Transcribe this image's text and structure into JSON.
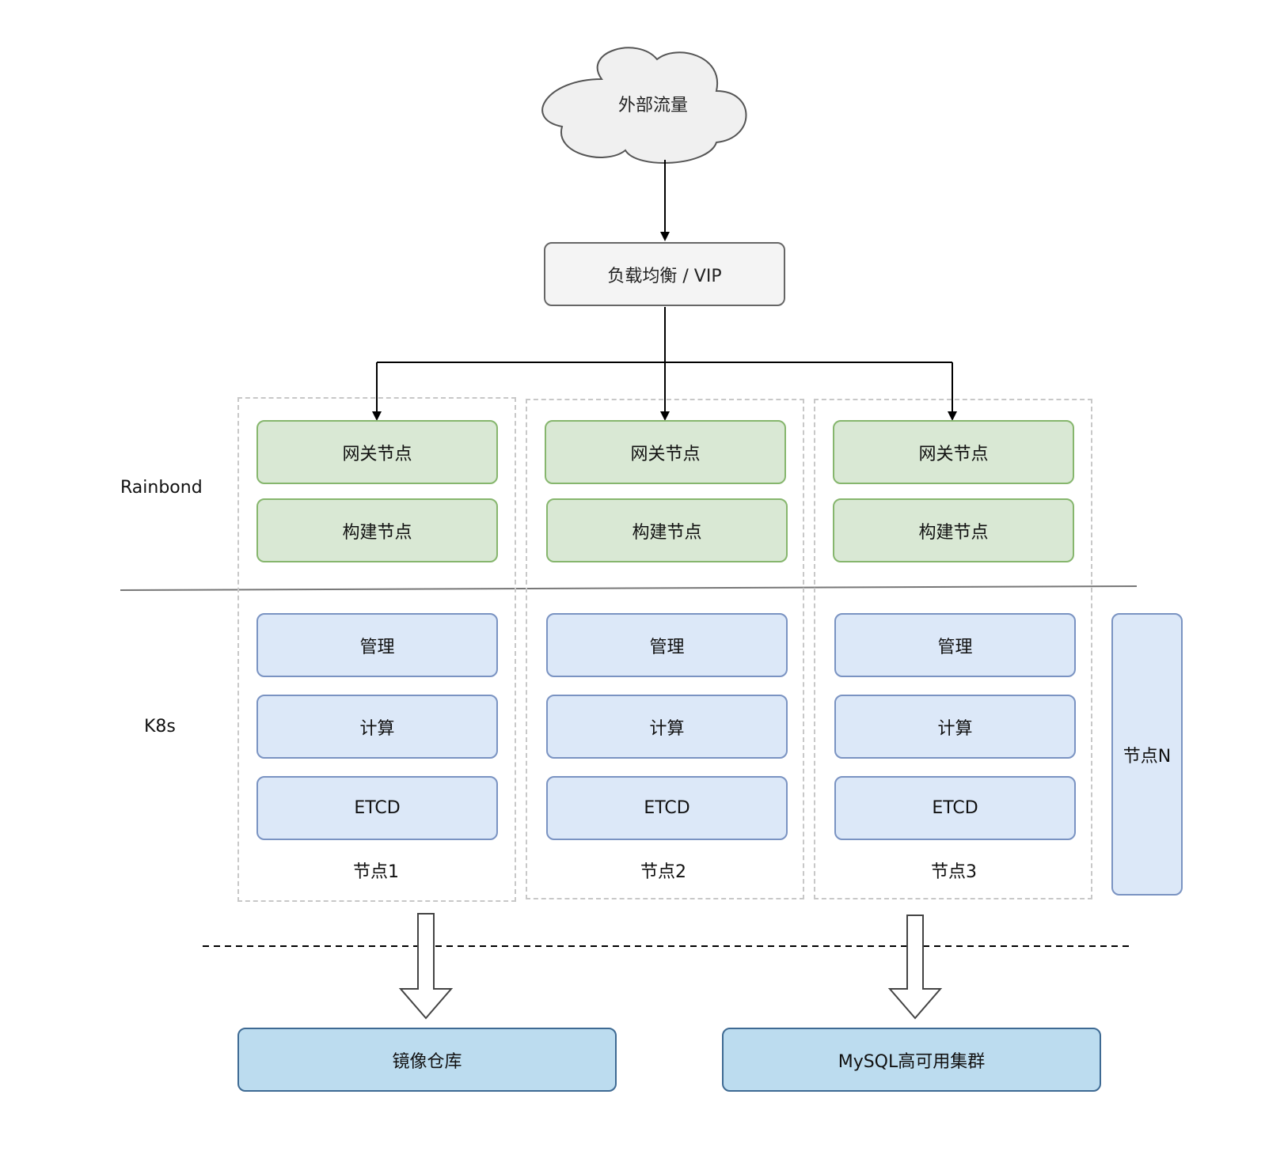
{
  "cloud": {
    "label": "外部流量"
  },
  "load_balancer": {
    "label": "负载均衡 / VIP"
  },
  "layers": {
    "rainbond": "Rainbond",
    "k8s": "K8s"
  },
  "nodes": [
    {
      "name": "节点1",
      "gateway": "网关节点",
      "build": "构建节点",
      "manage": "管理",
      "compute": "计算",
      "etcd": "ETCD"
    },
    {
      "name": "节点2",
      "gateway": "网关节点",
      "build": "构建节点",
      "manage": "管理",
      "compute": "计算",
      "etcd": "ETCD"
    },
    {
      "name": "节点3",
      "gateway": "网关节点",
      "build": "构建节点",
      "manage": "管理",
      "compute": "计算",
      "etcd": "ETCD"
    }
  ],
  "node_n": {
    "label": "节点N"
  },
  "storage": {
    "registry": "镜像仓库",
    "mysql": "MySQL高可用集群"
  },
  "colors": {
    "rainbond_fill": "#d9e8d4",
    "rainbond_stroke": "#86b66d",
    "k8s_fill": "#dce8f8",
    "k8s_stroke": "#7a93c2",
    "storage_fill": "#bcdcef",
    "storage_stroke": "#3e6a93"
  }
}
